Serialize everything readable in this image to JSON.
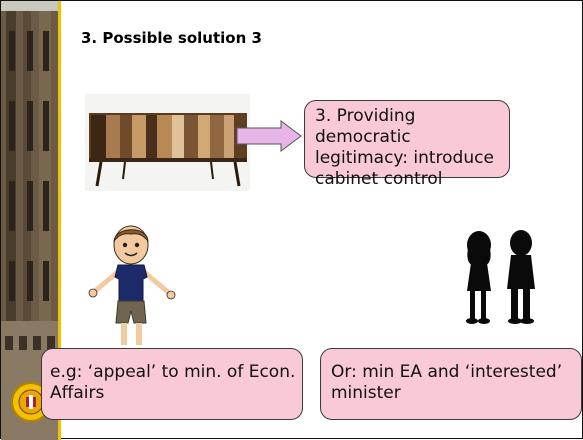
{
  "slide": {
    "title": "3. Possible solution 3",
    "top_bubble": "3. Providing democratic legitimacy: introduce cabinet control",
    "left_bubble": "e.g: ‘appeal’ to min. of Econ. Affairs",
    "right_bubble": "Or: min EA and ‘interested’ minister"
  },
  "colors": {
    "bubble_fill": "#f9c9d6",
    "arrow_fill": "#e8b4e8",
    "accent_rule": "#f2c200"
  },
  "icons": [
    "tower-photo",
    "sideboard-image",
    "arrow-right-icon",
    "boy-figure",
    "silhouette-couple",
    "university-seal"
  ]
}
